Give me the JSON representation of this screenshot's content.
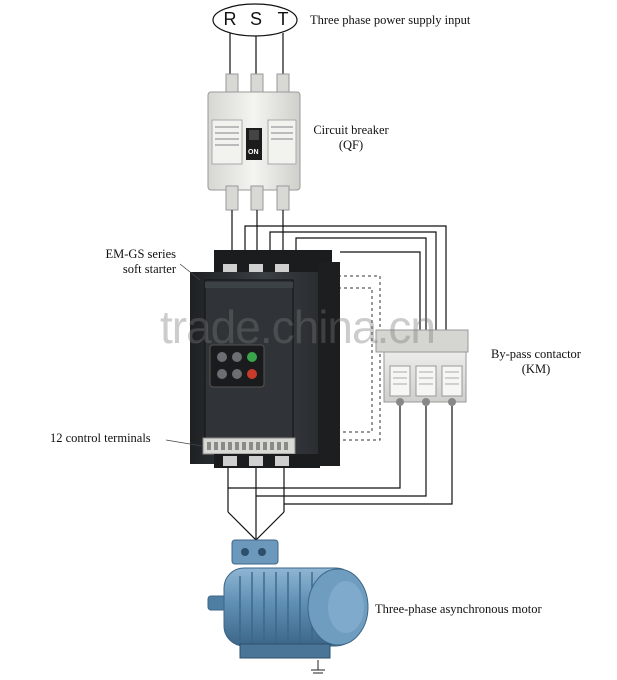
{
  "phases": [
    "R",
    "S",
    "T"
  ],
  "labels": {
    "power_input": "Three phase power supply input",
    "breaker_name": "Circuit breaker",
    "breaker_code": "(QF)",
    "starter_line1": "EM-GS series",
    "starter_line2": "soft starter",
    "terminals": "12 control terminals",
    "contactor_name": "By-pass contactor",
    "contactor_code": "(KM)",
    "motor": "Three-phase asynchronous motor"
  },
  "breaker_switch_text": "ON",
  "watermark": "trade.china.cn",
  "colors": {
    "wire": "#1a1a1a",
    "starter_body": "#2b2f33",
    "breaker_body": "#e9e9e6",
    "contactor_body": "#e2e2de",
    "motor_body": "#5f8fb4",
    "green_button": "#3aa54a",
    "red_button": "#c83b2b"
  }
}
